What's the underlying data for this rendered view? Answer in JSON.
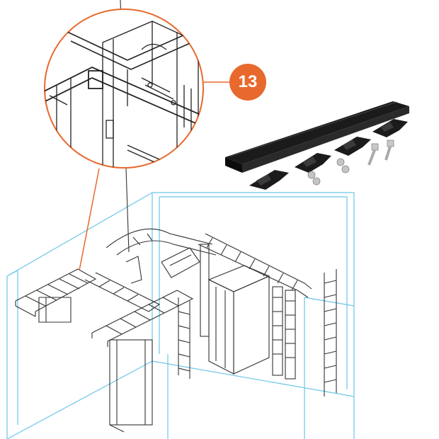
{
  "callout": {
    "number": "13"
  },
  "colors": {
    "accent": "#e8692d",
    "room_outline": "#6cc6e8",
    "line_art": "#333333",
    "part": "#1b1b1b",
    "hardware": "#b8b8b8"
  },
  "icons": {
    "magnifier": "detail-zoom-circle",
    "part": "joining-bar-kit"
  }
}
